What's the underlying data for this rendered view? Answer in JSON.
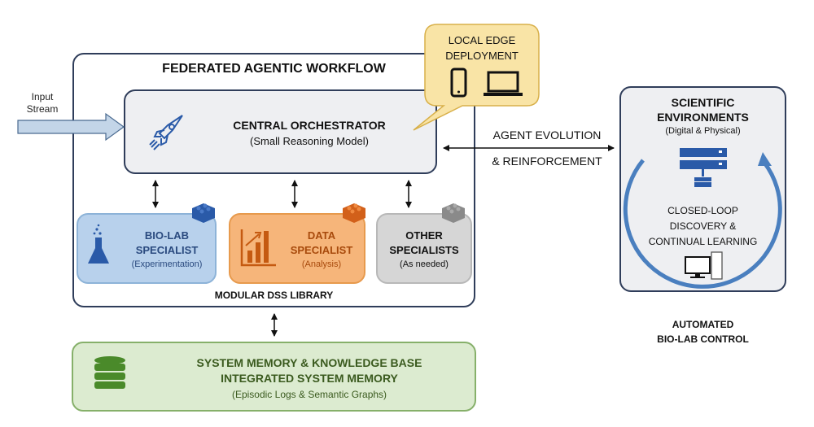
{
  "input": {
    "label_line1": "Input",
    "label_line2": "Stream"
  },
  "federated": {
    "title": "FEDERATED AGENTIC WORKFLOW",
    "library_label": "MODULAR DSS LIBRARY"
  },
  "orchestrator": {
    "title": "CENTRAL ORCHESTRATOR",
    "subtitle": "(Small Reasoning Model)",
    "icon": "rocket-icon"
  },
  "edge_callout": {
    "line1": "LOCAL EDGE",
    "line2": "DEPLOYMENT",
    "icons": [
      "smartphone-icon",
      "laptop-icon"
    ]
  },
  "specialists": [
    {
      "line1": "BIO-LAB",
      "line2": "SPECIALIST",
      "sub": "(Experimentation)",
      "icon": "flask-icon",
      "color": "#2a5aa8"
    },
    {
      "line1": "DATA",
      "line2": "SPECIALIST",
      "sub": "(Analysis)",
      "icon": "bar-chart-icon",
      "color": "#c55a11"
    },
    {
      "line1": "OTHER",
      "line2": "SPECIALISTS",
      "sub": "(As needed)",
      "icon": "puzzle-block-icon",
      "color": "#808080"
    }
  ],
  "link": {
    "line1": "AGENT EVOLUTION",
    "line2": "& REINFORCEMENT"
  },
  "science": {
    "title1": "SCIENTIFIC",
    "title2": "ENVIRONMENTS",
    "subtitle": "(Digital & Physical)",
    "loop1": "CLOSED-LOOP",
    "loop2": "DISCOVERY &",
    "loop3": "CONTINUAL LEARNING",
    "caption1": "AUTOMATED",
    "caption2": "BIO-LAB CONTROL"
  },
  "memory": {
    "line1": "SYSTEM MEMORY & KNOWLEDGE BASE",
    "line2": "INTEGRATED SYSTEM MEMORY",
    "sub": "(Episodic Logs & Semantic Graphs)",
    "icon": "database-icon"
  },
  "colors": {
    "blue": "#2a5aa8",
    "orange": "#c55a11",
    "gray": "#808080",
    "green": "#3a7a1e",
    "loop": "#4a7fbf",
    "callout": "#f9e4a6"
  }
}
